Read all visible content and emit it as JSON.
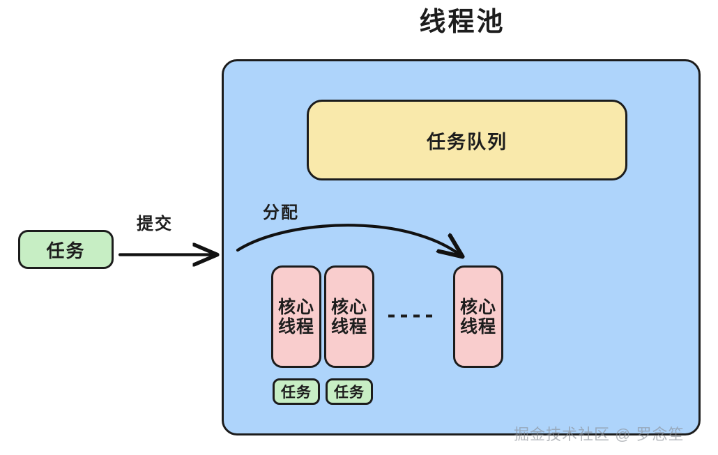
{
  "diagram": {
    "title": "线程池",
    "pool": {
      "name": "thread-pool-container",
      "fill": "#aed4fb",
      "stroke": "#1c1c1c"
    },
    "queue": {
      "label": "任务队列",
      "fill": "#f9e9ab",
      "stroke": "#1c1c1c"
    },
    "incoming_task": {
      "label": "任务",
      "fill": "#c7eec4",
      "stroke": "#1c1c1c"
    },
    "arrows": [
      {
        "name": "submit-arrow",
        "label": "提交",
        "style": "straight",
        "from": "任务",
        "to": "线程池"
      },
      {
        "name": "allocate-arrow",
        "label": "分配",
        "style": "curved",
        "from": "任务队列",
        "to": "核心线程"
      }
    ],
    "core_threads": [
      {
        "label_line1": "核心",
        "label_line2": "线程",
        "assigned_task": "任务"
      },
      {
        "label_line1": "核心",
        "label_line2": "线程",
        "assigned_task": "任务"
      },
      {
        "label_line1": "核心",
        "label_line2": "线程",
        "assigned_task": null
      }
    ],
    "core_thread_fill": "#f9cdcd",
    "ellipsis": "- - - - -",
    "watermark": "掘金技术社区 @ 罗念笙"
  }
}
